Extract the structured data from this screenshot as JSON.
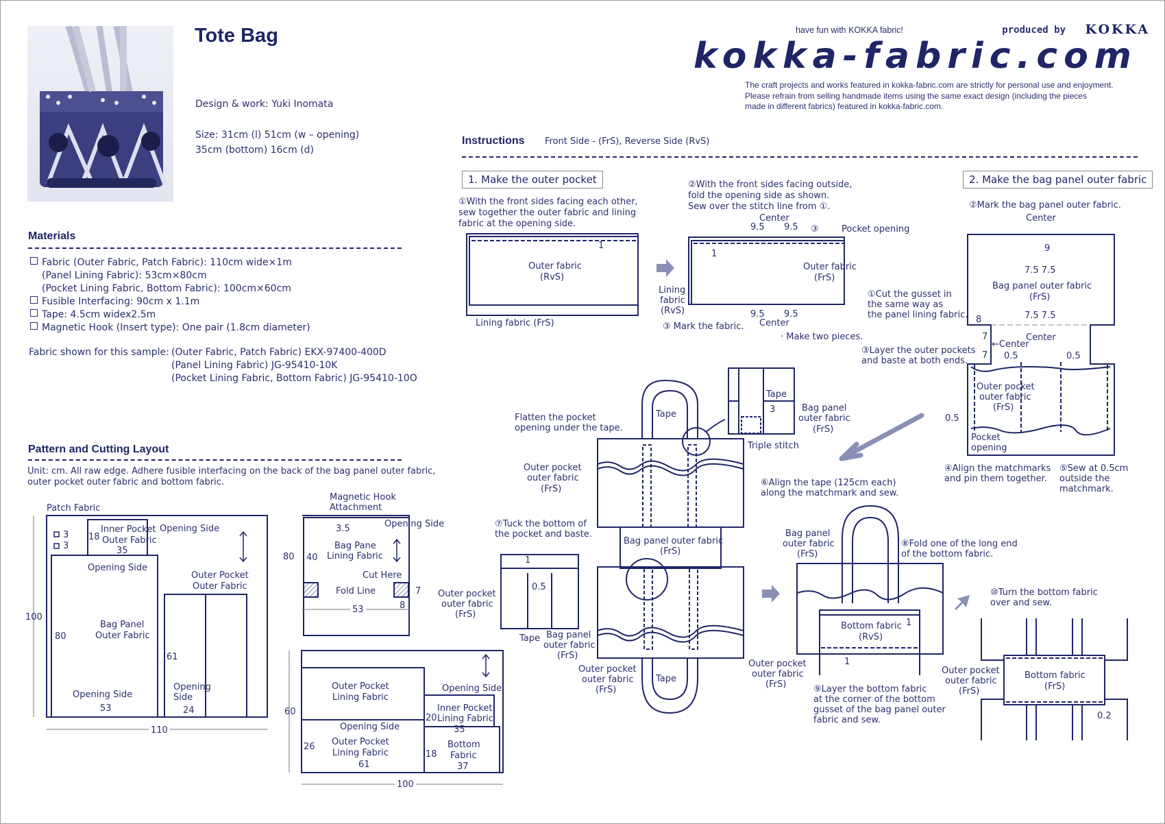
{
  "header": {
    "title": "Tote Bag",
    "designer": "Design & work: Yuki Inomata",
    "size_line1": "Size: 31cm (l)  51cm (w – opening)",
    "size_line2": "35cm (bottom)  16cm (d)",
    "tagline": "have fun with KOKKA fabric!",
    "produced_by": "produced by",
    "brand": "KOKKA",
    "site": "kokka-fabric.com",
    "disclaimer": [
      "The craft projects and works featured in kokka-fabric.com are strictly for personal use and enjoyment.",
      "Please refrain from selling handmade items using the same exact design (including the pieces",
      "made in different fabrics) featured in kokka-fabric.com."
    ],
    "photo_alt": "tote-bag-photo"
  },
  "materials": {
    "heading": "Materials",
    "items": [
      {
        "text": "Fabric (Outer Fabric, Patch Fabric): 110cm wide×1m",
        "bullet": true
      },
      {
        "text": "(Panel Lining Fabric): 53cm×80cm",
        "bullet": false
      },
      {
        "text": "(Pocket Lining Fabric, Bottom Fabric): 100cm×60cm",
        "bullet": false
      },
      {
        "text": "Fusible Interfacing: 90cm x 1.1m",
        "bullet": true
      },
      {
        "text": "Tape: 4.5cm widex2.5m",
        "bullet": true
      },
      {
        "text": "Magnetic Hook (Insert type): One pair (1.8cm diameter)",
        "bullet": true
      }
    ],
    "sample_label": "Fabric shown for this sample:",
    "samples": [
      "(Outer Fabric, Patch Fabric) EKX-97400-400D",
      "(Panel Lining Fabric) JG-95410-10K",
      "(Pocket Lining Fabric, Bottom Fabric) JG-95410-10O"
    ]
  },
  "layout": {
    "heading": "Pattern and Cutting Layout",
    "note_line1": "Unit: cm. All raw edge. Adhere fusible interfacing on the back of the bag panel outer fabric,",
    "note_line2": "outer pocket outer fabric and bottom fabric.",
    "a": {
      "patch": "Patch Fabric",
      "p3a": "3",
      "p3b": "3",
      "inner_a": "Inner Pocket",
      "inner_b": "Outer Fabric",
      "d18": "18",
      "d35": "35",
      "opening1": "Opening Side",
      "opening2": "Opening Side",
      "panel_a": "Bag Panel",
      "panel_b": "Outer Fabric",
      "d80": "80",
      "outer_a": "Outer Pocket",
      "outer_b": "Outer Fabric",
      "d61": "61",
      "opening3": "Opening Side",
      "d53": "53",
      "opening4a": "Opening",
      "opening4b": "Side",
      "d24": "24",
      "d100": "100",
      "d110": "110"
    },
    "b": {
      "hook_a": "Magnetic Hook",
      "hook_b": "Attachment",
      "d35": "3.5",
      "opening": "Opening Side",
      "lining_a": "Bag Pane",
      "lining_b": "Lining Fabric",
      "d80": "80",
      "d40": "40",
      "cut": "Cut Here",
      "fold": "Fold Line",
      "d7": "7",
      "d8": "8",
      "d53": "53"
    },
    "c": {
      "opl_a": "Outer Pocket",
      "opl_b": "Lining Fabric",
      "opening1": "Opening Side",
      "ipl_a": "Inner Pocket",
      "ipl_b": "Lining Fabric",
      "d20": "20",
      "d35": "35",
      "opening2": "Opening Side",
      "opl2_a": "Outer Pocket",
      "opl2_b": "Lining Fabric",
      "d26": "26",
      "d61": "61",
      "bot_a": "Bottom",
      "bot_b": "Fabric",
      "d18": "18",
      "d37": "37",
      "d60": "60",
      "d100": "100"
    }
  },
  "instructions": {
    "heading": "Instructions",
    "legend": "Front Side - (FrS), Reverse Side (RvS)",
    "step1": {
      "title": "1. Make the outer pocket",
      "s1": [
        "①With the front sides facing each other,",
        "sew together the outer fabric and lining",
        "fabric at the opening side."
      ],
      "one": "1",
      "outer_a": "Outer fabric",
      "outer_b": "(RvS)",
      "lining": "Lining fabric (FrS)",
      "s2": [
        "②With the front sides facing outside,",
        "fold the opening side as shown.",
        "Sew over the stitch line from ①."
      ],
      "center": "Center",
      "d95": "9.5",
      "c3": "③",
      "pocket_opening": "Pocket opening",
      "outer2_a": "Outer fabric",
      "outer2_b": "(FrS)",
      "lin_a": "Lining",
      "lin_b": "fabric",
      "lin_c": "(RvS)",
      "mark": "③ Mark the fabric.",
      "two": "· Make two pieces."
    },
    "step2": {
      "title": "2. Make the bag panel outer fabric",
      "s2": "②Mark the bag panel outer fabric.",
      "center": "Center",
      "d9": "9",
      "d75": "7.5 7.5",
      "panel_a": "Bag panel outer fabric",
      "panel_b": "(FrS)",
      "s1": [
        "①Cut the gusset in",
        "the same way as",
        "the panel lining fabric."
      ],
      "d8": "8",
      "d7": "7",
      "center_left": "←Center",
      "s3": [
        "③Layer the outer pockets",
        "and baste at both ends."
      ],
      "d05": "0.5",
      "pocket_a": "Outer pocket",
      "pocket_b": "outer fabric",
      "pocket_c": "(FrS)",
      "popen_a": "Pocket",
      "popen_b": "opening",
      "s4": [
        "④Align the matchmarks",
        "and pin them together."
      ],
      "s5": [
        "⑤Sew at 0.5cm",
        "outside the",
        "matchmark."
      ]
    },
    "step3": {
      "flatten": [
        "Flatten the pocket",
        "opening under the tape."
      ],
      "tape": "Tape",
      "op_a": "Outer pocket",
      "op_b": "outer fabric",
      "op_c": "(FrS)",
      "detail_tape": "Tape",
      "detail_3": "3",
      "detail_panel": [
        "Bag panel",
        "outer fabric",
        "(FrS)"
      ],
      "triple": "Triple stitch",
      "s6": [
        "⑥Align the tape (125cm each)",
        "along the matchmark and sew."
      ],
      "s7": [
        "⑦Tuck the bottom of",
        "the pocket and baste."
      ],
      "d1": "1",
      "d05": "0.5",
      "panel_a": "Bag panel outer fabric",
      "panel_b": "(FrS)",
      "small_panel": [
        "Bag panel",
        "outer fabric",
        "(FrS)"
      ]
    },
    "step4": {
      "panel": [
        "Bag panel",
        "outer fabric",
        "(FrS)"
      ],
      "s8": [
        "⑧Fold one of the long end",
        "of the bottom fabric."
      ],
      "bottom_a": "Bottom fabric",
      "bottom_b": "(RvS)",
      "d1": "1",
      "op": [
        "Outer pocket",
        "outer fabric",
        "(FrS)"
      ],
      "s9": [
        "⑨Layer the bottom fabric",
        "at the corner of the bottom",
        "gusset of the bag panel outer",
        "fabric and sew."
      ],
      "s10": [
        "⑩Turn the bottom fabric",
        "over and sew."
      ],
      "bottom2_a": "Bottom fabric",
      "bottom2_b": "(FrS)",
      "d02": "0.2"
    }
  },
  "colors": {
    "ink": "#1f2566",
    "arrow": "#8a8fb5",
    "thin": "#7a7a7a"
  }
}
